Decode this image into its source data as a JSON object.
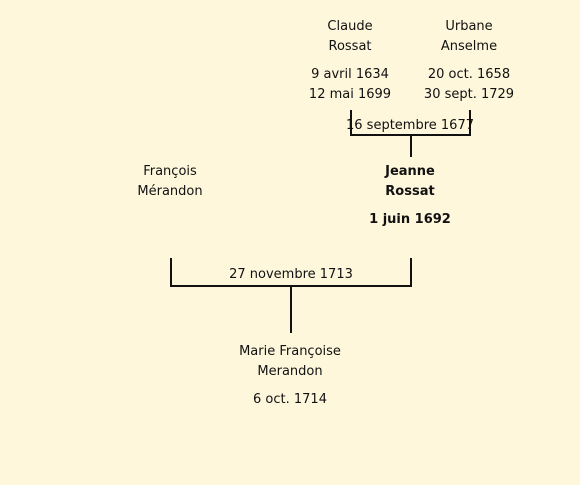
{
  "persons": {
    "claude_rossat": {
      "first": "Claude",
      "last": "Rossat",
      "birth": "9 avril 1634",
      "death": "12 mai 1699"
    },
    "urbane_anselme": {
      "first": "Urbane",
      "last": "Anselme",
      "birth": "20 oct. 1658",
      "death": "30 sept. 1729"
    },
    "francois_merandon": {
      "first": "François",
      "last": "Mérandon"
    },
    "jeanne_rossat": {
      "first": "Jeanne",
      "last": "Rossat",
      "birth": "1 juin 1692"
    },
    "marie_francoise_merandon": {
      "first": "Marie Françoise",
      "last": "Merandon",
      "birth": "6 oct. 1714"
    }
  },
  "marriages": {
    "rossat_anselme": "16 septembre 1677",
    "merandon_rossat": "27 novembre 1713"
  },
  "colors": {
    "background": "#fef7dc",
    "text": "#111111",
    "lines": "#111111"
  }
}
